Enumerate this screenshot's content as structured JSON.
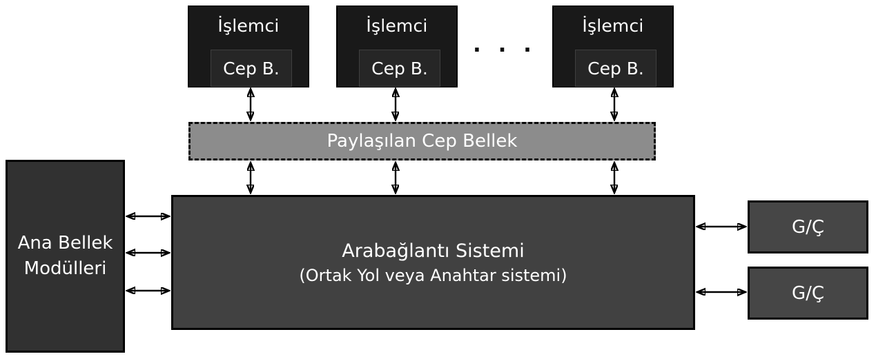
{
  "diagram": {
    "processors": [
      {
        "label": "İşlemci",
        "cache_label": "Cep B."
      },
      {
        "label": "İşlemci",
        "cache_label": "Cep B."
      },
      {
        "label": "İşlemci",
        "cache_label": "Cep B."
      }
    ],
    "ellipsis": ". . .",
    "shared_cache_label": "Paylaşılan Cep Bellek",
    "interconnect": {
      "title": "Arabağlantı Sistemi",
      "subtitle": "(Ortak Yol veya Anahtar sistemi)"
    },
    "main_memory": {
      "lines": [
        "Ana Bellek",
        "Modülleri"
      ]
    },
    "io_units": [
      {
        "label": "G/Ç"
      },
      {
        "label": "G/Ç"
      }
    ],
    "colors": {
      "background": "#ffffff",
      "processor_fill": "#191919",
      "processor_cache_fill": "#262626",
      "shared_cache_fill": "#8c8c8c",
      "interconnect_fill": "#414141",
      "main_memory_fill": "#313131",
      "io_fill": "#464646",
      "border": "#000000",
      "text": "#ffffff",
      "arrow": "#000000"
    }
  }
}
